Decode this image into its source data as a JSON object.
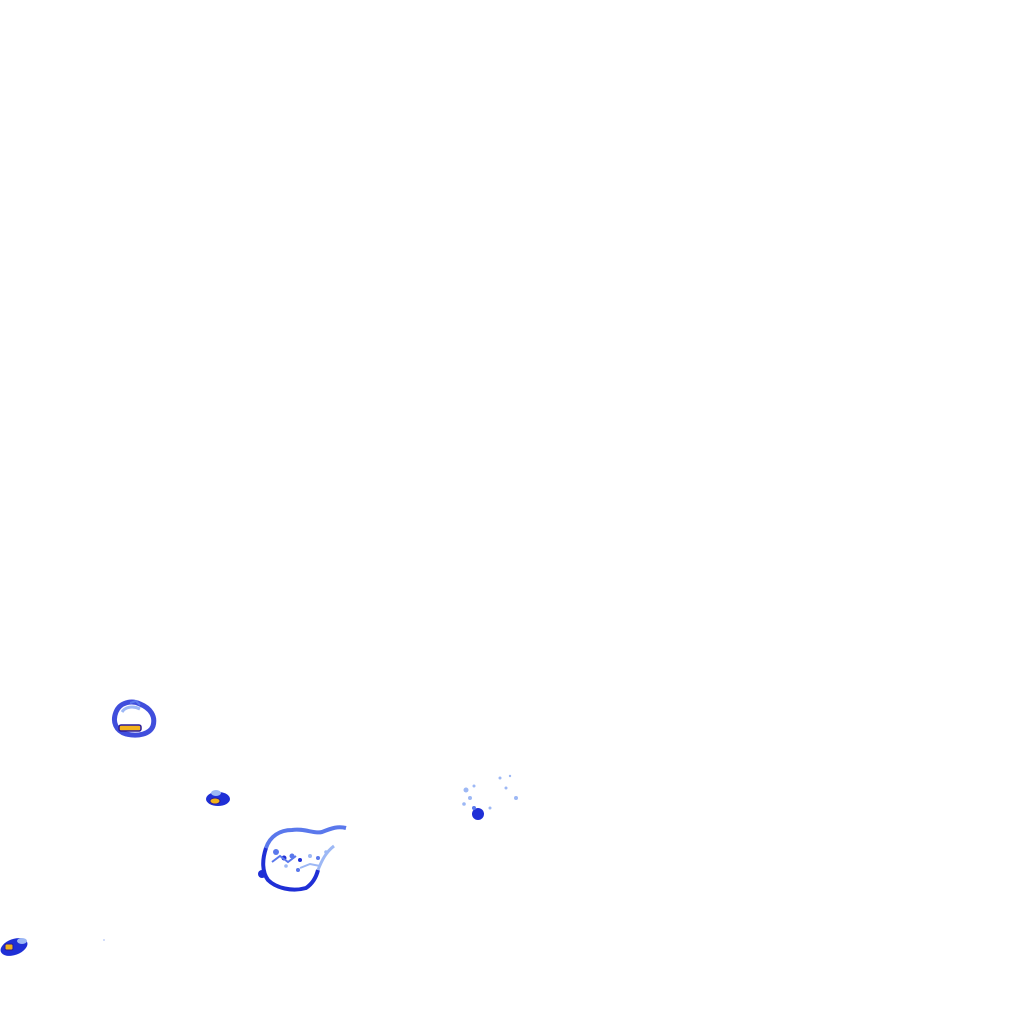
{
  "map": {
    "layer": "precipitation-intensity-overlay",
    "background_color": "#ffffff",
    "palette": {
      "light": "#9db8f5",
      "medium": "#5a78ec",
      "heavy": "#1f2fd6",
      "core": "#f2b21b",
      "core_outline": "#2a1b9a"
    },
    "cells": [
      {
        "id": "cell-a",
        "intensity": "heavy-with-core"
      },
      {
        "id": "cell-b",
        "intensity": "moderate-with-core"
      },
      {
        "id": "cell-c",
        "intensity": "light-to-moderate"
      },
      {
        "id": "cell-d",
        "intensity": "light-with-heavy-spot"
      },
      {
        "id": "cell-e",
        "intensity": "heavy-with-core"
      }
    ]
  }
}
